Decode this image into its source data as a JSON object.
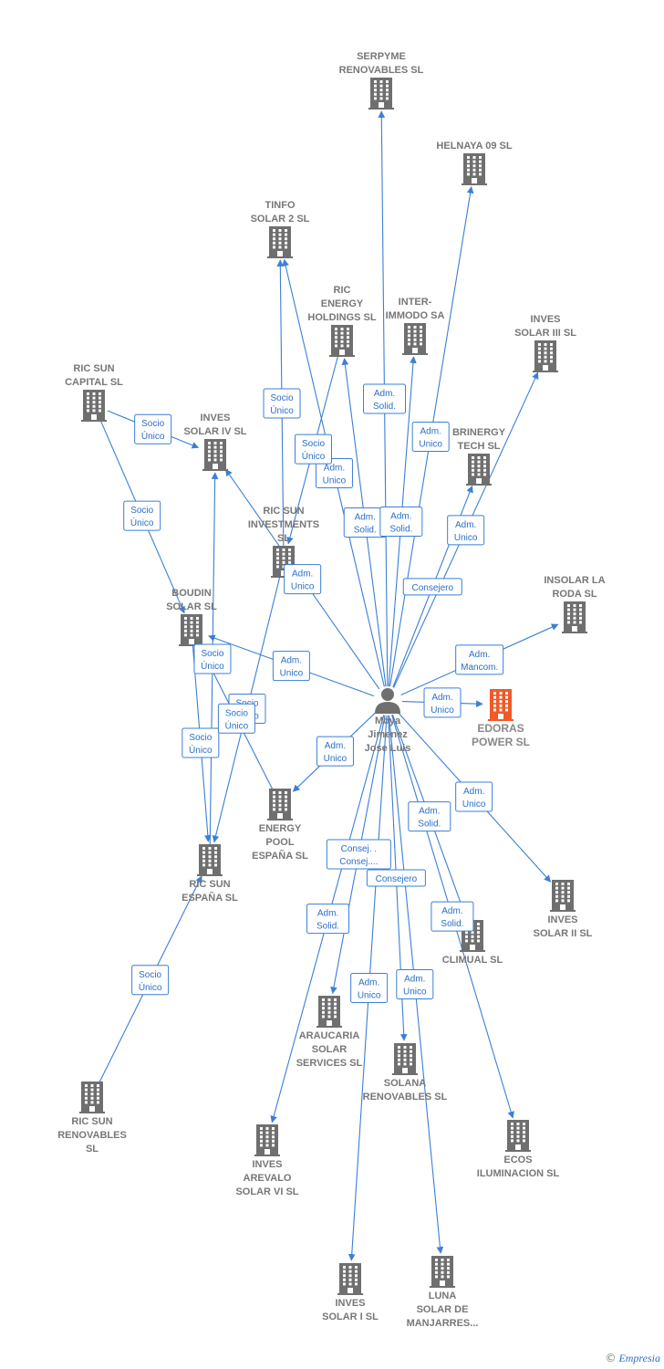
{
  "colors": {
    "node": "#6f6f6f",
    "focus_node": "#f05a28",
    "edge": "#3b7fd6",
    "label": "#777777"
  },
  "person": {
    "name_lines": [
      "Moya",
      "Jimenez",
      "Jose Luis"
    ],
    "icon": "person-icon"
  },
  "companies": [
    {
      "id": "serpyme",
      "lines": [
        "SERPYME",
        "RENOVABLES SL"
      ]
    },
    {
      "id": "helnaya",
      "lines": [
        "HELNAYA 09 SL"
      ]
    },
    {
      "id": "tinfo",
      "lines": [
        "TINFO",
        "SOLAR 2 SL"
      ]
    },
    {
      "id": "ricenergy",
      "lines": [
        "RIC",
        "ENERGY",
        "HOLDINGS  SL"
      ]
    },
    {
      "id": "intermmodo",
      "lines": [
        "INTER-",
        "IMMODO SA"
      ]
    },
    {
      "id": "invessolar3",
      "lines": [
        "INVES",
        "SOLAR III SL"
      ]
    },
    {
      "id": "ricsuncapital",
      "lines": [
        "RIC SUN",
        "CAPITAL  SL"
      ]
    },
    {
      "id": "invessolar4",
      "lines": [
        "INVES",
        "SOLAR IV SL"
      ]
    },
    {
      "id": "brinergy",
      "lines": [
        "BRINERGY",
        "TECH  SL"
      ]
    },
    {
      "id": "ricsuninv",
      "lines": [
        "RIC SUN",
        "INVESTMENTS",
        "SL"
      ]
    },
    {
      "id": "insolar",
      "lines": [
        "INSOLAR LA",
        "RODA  SL"
      ]
    },
    {
      "id": "boudin",
      "lines": [
        "BOUDIN",
        "SOLAR  SL"
      ]
    },
    {
      "id": "edoras",
      "lines": [
        "EDORAS",
        "POWER  SL"
      ],
      "focus": true
    },
    {
      "id": "energypool",
      "lines": [
        "ENERGY",
        "POOL",
        "ESPAÑA  SL"
      ]
    },
    {
      "id": "ricsunespana",
      "lines": [
        "RIC SUN",
        "ESPAÑA  SL"
      ]
    },
    {
      "id": "invessolar2",
      "lines": [
        "INVES",
        "SOLAR II SL"
      ]
    },
    {
      "id": "climual",
      "lines": [
        "CLIMUAL SL"
      ]
    },
    {
      "id": "araucaria",
      "lines": [
        "ARAUCARIA",
        "SOLAR",
        "SERVICES SL"
      ]
    },
    {
      "id": "solana",
      "lines": [
        "SOLANA",
        "RENOVABLES SL"
      ]
    },
    {
      "id": "ricsunren",
      "lines": [
        "RIC SUN",
        "RENOVABLES",
        "SL"
      ]
    },
    {
      "id": "invesarevalo",
      "lines": [
        "INVES",
        "AREVALO",
        "SOLAR VI SL"
      ]
    },
    {
      "id": "ecos",
      "lines": [
        "ECOS",
        "ILUMINACION SL"
      ]
    },
    {
      "id": "invessolar1",
      "lines": [
        "INVES",
        "SOLAR I SL"
      ]
    },
    {
      "id": "luna",
      "lines": [
        "LUNA",
        "SOLAR DE",
        "MANJARRES..."
      ]
    }
  ],
  "relations": [
    {
      "from": "person",
      "to": "serpyme",
      "label": [
        "Adm.",
        "Solid."
      ]
    },
    {
      "from": "person",
      "to": "helnaya",
      "label": [
        "Adm.",
        "Unico"
      ]
    },
    {
      "from": "person",
      "to": "tinfo",
      "label": [
        "Adm.",
        "Unico"
      ]
    },
    {
      "from": "person",
      "to": "ricenergy",
      "label": [
        "Adm.",
        "Solid."
      ]
    },
    {
      "from": "person",
      "to": "intermmodo",
      "label": [
        "Adm.",
        "Solid."
      ]
    },
    {
      "from": "person",
      "to": "invessolar3",
      "label": [
        "Adm.",
        "Unico"
      ]
    },
    {
      "from": "person",
      "to": "brinergy",
      "label": [
        "Consejero"
      ]
    },
    {
      "from": "person",
      "to": "invessolar4",
      "label": [
        "Adm.",
        "Unico"
      ]
    },
    {
      "from": "person",
      "to": "insolar",
      "label": [
        "Adm.",
        "Mancom."
      ]
    },
    {
      "from": "person",
      "to": "edoras",
      "label": [
        "Adm.",
        "Unico"
      ]
    },
    {
      "from": "person",
      "to": "boudin",
      "label": [
        "Adm.",
        "Unico"
      ]
    },
    {
      "from": "person",
      "to": "energypool",
      "label": [
        "Adm.",
        "Unico"
      ]
    },
    {
      "from": "person",
      "to": "invessolar2",
      "label": [
        "Adm.",
        "Unico"
      ]
    },
    {
      "from": "person",
      "to": "climual",
      "label": [
        "Adm.",
        "Solid."
      ]
    },
    {
      "from": "person",
      "to": "araucaria",
      "label": [
        "Consej. .",
        "Consej...."
      ]
    },
    {
      "from": "person",
      "to": "solana",
      "label": [
        "Consejero"
      ]
    },
    {
      "from": "person",
      "to": "invesarevalo",
      "label": [
        "Adm.",
        "Solid."
      ]
    },
    {
      "from": "person",
      "to": "ecos",
      "label": [
        "Adm.",
        "Solid."
      ]
    },
    {
      "from": "person",
      "to": "invessolar1",
      "label": [
        "Adm.",
        "Unico"
      ]
    },
    {
      "from": "person",
      "to": "luna",
      "label": [
        "Adm.",
        "Unico"
      ]
    },
    {
      "from": "ricsuninv",
      "to": "tinfo",
      "label": [
        "Socio",
        "Único"
      ]
    },
    {
      "from": "ricsuninv",
      "to": "ricsunespana",
      "label": [
        "Socio",
        "Único"
      ]
    },
    {
      "from": "ricsuncapital",
      "to": "invessolar4",
      "label": [
        "Socio",
        "Único"
      ]
    },
    {
      "from": "ricsuncapital",
      "to": "boudin",
      "label": [
        "Socio",
        "Único"
      ]
    },
    {
      "from": "ricenergy",
      "to": "ricsuninv",
      "label": [
        "Socio",
        "Único"
      ]
    },
    {
      "from": "ricsunespana",
      "to": "invessolar4",
      "label": [
        "Socio",
        "Único"
      ]
    },
    {
      "from": "boudin",
      "to": "ricsunespana",
      "label": [
        "Socio",
        "Único"
      ]
    },
    {
      "from": "ricsunren",
      "to": "ricsunespana",
      "label": [
        "Socio",
        "Único"
      ]
    },
    {
      "from": "energypool",
      "to": "boudin",
      "label": [
        "Socio",
        "Único"
      ]
    }
  ],
  "footer": {
    "copyright_symbol": "©",
    "brand": "Empresia"
  }
}
